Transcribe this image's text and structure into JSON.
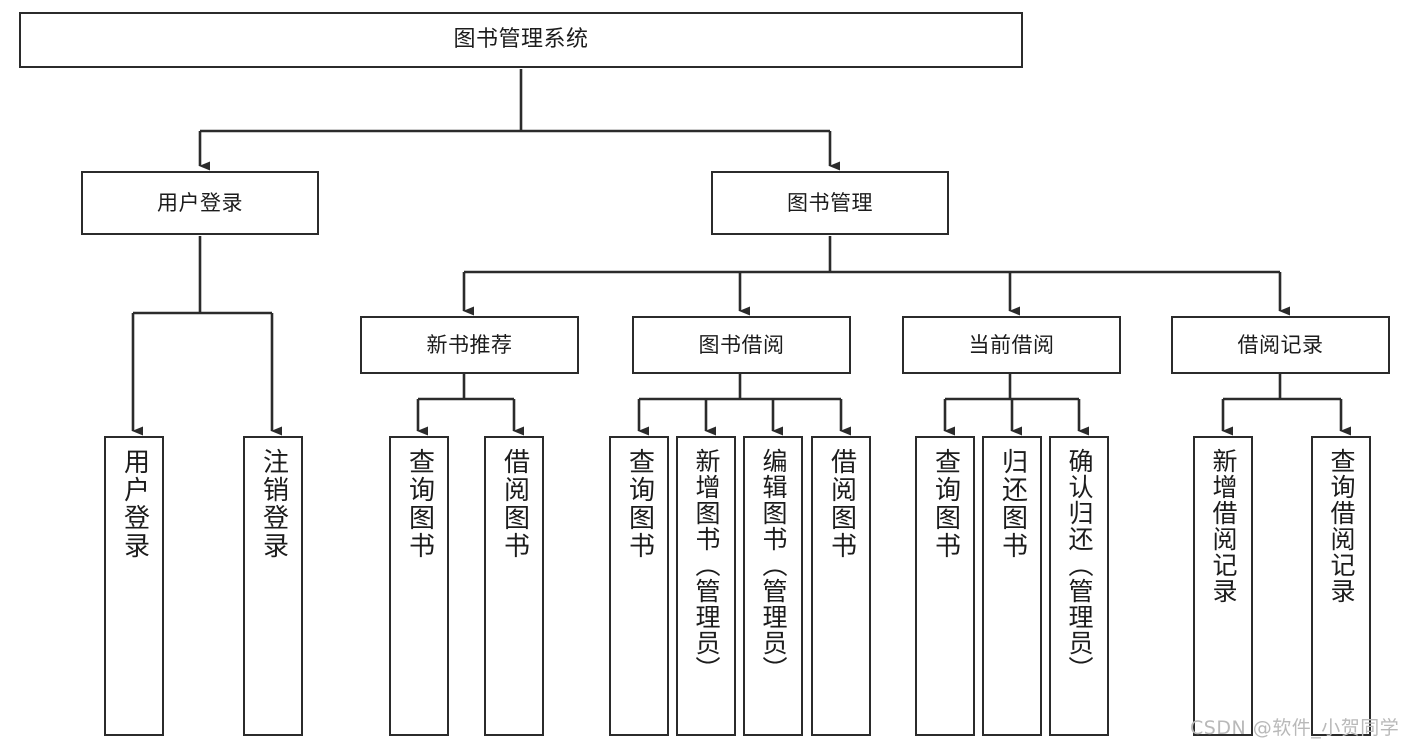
{
  "diagram": {
    "type": "hierarchy-tree-flowchart",
    "title_node": {
      "label": "图书管理系统"
    },
    "level2": [
      {
        "id": "user-login",
        "label": "用户登录"
      },
      {
        "id": "book-management",
        "label": "图书管理"
      }
    ],
    "level3": [
      {
        "id": "new-book-recommend",
        "label": "新书推荐"
      },
      {
        "id": "book-borrow",
        "label": "图书借阅"
      },
      {
        "id": "current-borrow",
        "label": "当前借阅"
      },
      {
        "id": "borrow-record",
        "label": "借阅记录"
      }
    ],
    "leaves": {
      "user_login": [
        {
          "id": "leaf-user-login",
          "label": "用户登录"
        },
        {
          "id": "leaf-logout-login",
          "label": "注销登录"
        }
      ],
      "new_book_recommend": [
        {
          "id": "leaf-query-book-1",
          "label": "查询图书"
        },
        {
          "id": "leaf-borrow-book-1",
          "label": "借阅图书"
        }
      ],
      "book_borrow": [
        {
          "id": "leaf-query-book-2",
          "label": "查询图书"
        },
        {
          "id": "leaf-add-book",
          "label": "新增图书（管理员）"
        },
        {
          "id": "leaf-edit-book",
          "label": "编辑图书（管理员）"
        },
        {
          "id": "leaf-borrow-book-2",
          "label": "借阅图书"
        }
      ],
      "current_borrow": [
        {
          "id": "leaf-query-book-3",
          "label": "查询图书"
        },
        {
          "id": "leaf-return-book",
          "label": "归还图书"
        },
        {
          "id": "leaf-confirm-return",
          "label": "确认归还（管理员）"
        }
      ],
      "borrow_record": [
        {
          "id": "leaf-add-record",
          "label": "新增借阅记录"
        },
        {
          "id": "leaf-query-record",
          "label": "查询借阅记录"
        }
      ]
    },
    "watermark": {
      "text": "CSDN @软件_小贺同学"
    },
    "colors": {
      "stroke": "#2b2b2b",
      "fill": "#ffffff",
      "text": "#1c1c1c",
      "watermark": "#b9b9b9"
    }
  }
}
